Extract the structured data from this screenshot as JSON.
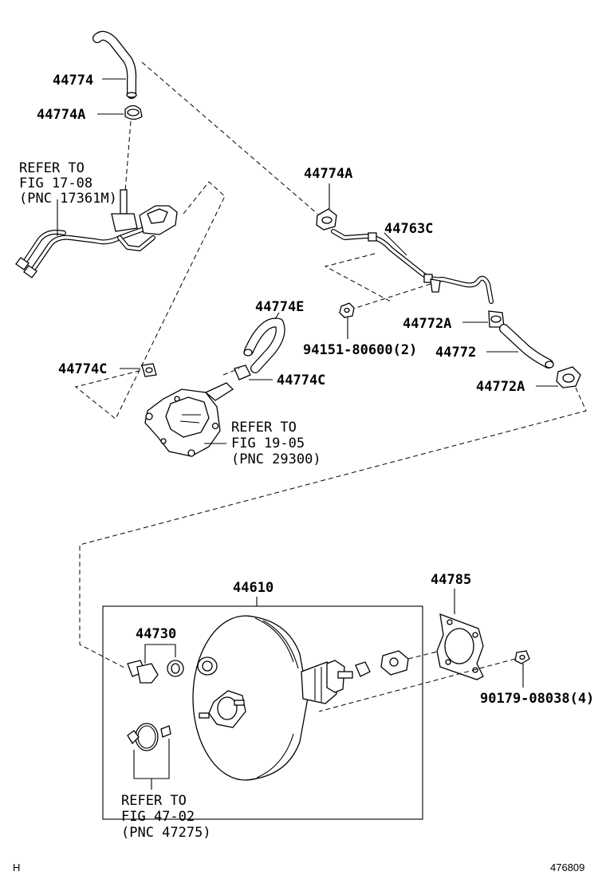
{
  "labels": {
    "p44774": "44774",
    "p44774A_top": "44774A",
    "p44774A_right": "44774A",
    "p44763C": "44763C",
    "p44774E": "44774E",
    "p44774C_left": "44774C",
    "p44774C_right": "44774C",
    "p94151": "94151-80600(2)",
    "p44772A_top": "44772A",
    "p44772": "44772",
    "p44772A_bottom": "44772A",
    "p44610": "44610",
    "p44785": "44785",
    "p44730": "44730",
    "p90179": "90179-08038(4)"
  },
  "references": {
    "fig17": [
      "REFER TO",
      "FIG 17-08",
      "(PNC 17361M)"
    ],
    "fig19": [
      "REFER TO",
      "FIG 19-05",
      "(PNC 29300)"
    ],
    "fig47": [
      "REFER TO",
      "FIG 47-02",
      "(PNC 47275)"
    ]
  },
  "footer": {
    "left_code": "H",
    "right_code": "476809"
  }
}
